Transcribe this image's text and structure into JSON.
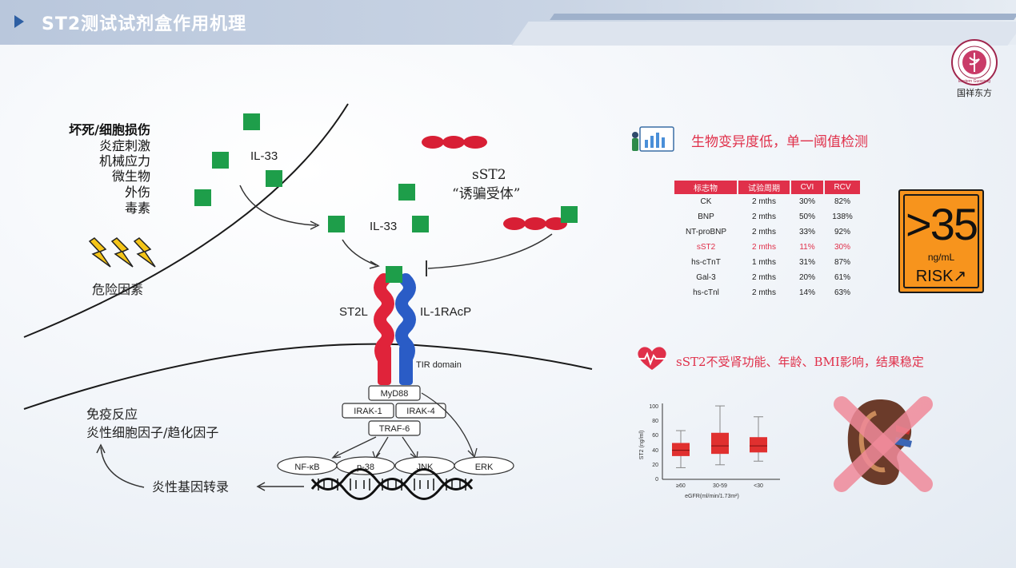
{
  "header": {
    "title": "ST2测试试剂盒作用机理"
  },
  "logo": {
    "ring_text": "Eastern Guoxiang",
    "caption": "国祥东方"
  },
  "left_panel": {
    "factors": [
      "坏死/细胞损伤",
      "炎症刺激",
      "机械应力",
      "微生物",
      "外伤",
      "毒素"
    ],
    "danger_label": "危险因素",
    "il33_outer": "IL-33",
    "il33_inner": "IL-33",
    "sst2_label": "sST2",
    "decoy_label": "“诱骗受体”",
    "st2l_label": "ST2L",
    "il1racp_label": "IL-1RAcP",
    "tir_label": "TIR domain",
    "myd88": "MyD88",
    "irak1": "IRAK-1",
    "irak4": "IRAK-4",
    "traf6": "TRAF-6",
    "nfkb": "NF-κB",
    "p38": "p-38",
    "jnk": "JNK",
    "erk": "ERK",
    "immune_line1": "免疫反应",
    "immune_line2": "炎性细胞因子/趋化因子",
    "transcription": "炎性基因转录"
  },
  "section1": {
    "heading": "生物变异度低，单一阈值检测"
  },
  "table": {
    "headers": [
      "标志物",
      "试验周期",
      "CVI",
      "RCV"
    ],
    "rows": [
      [
        "CK",
        "2 mths",
        "30%",
        "82%"
      ],
      [
        "BNP",
        "2 mths",
        "50%",
        "138%"
      ],
      [
        "NT-proBNP",
        "2 mths",
        "33%",
        "92%"
      ],
      [
        "sST2",
        "2 mths",
        "11%",
        "30%"
      ],
      [
        "hs-cTnT",
        "1 mths",
        "31%",
        "87%"
      ],
      [
        "Gal-3",
        "2 mths",
        "20%",
        "61%"
      ],
      [
        "hs-cTnl",
        "2 mths",
        "14%",
        "63%"
      ]
    ],
    "highlight_row": 3
  },
  "risk_sign": {
    "value": ">35",
    "unit": "ng/mL",
    "label": "RISK↗"
  },
  "section2": {
    "heading": "sST2不受肾功能、年龄、BMI影响，结果稳定"
  },
  "boxplot": {
    "ylabel": "ST2 (ng/ml)",
    "xlabel": "eGFR(ml/min/1.73m²)",
    "yticks": [
      "0",
      "20",
      "40",
      "60",
      "80",
      "100"
    ],
    "ylim": [
      0,
      100
    ],
    "categories": [
      "≥60",
      "30-59",
      "<30"
    ]
  },
  "chart_data": {
    "type": "boxplot",
    "xlabel": "eGFR(ml/min/1.73m²)",
    "ylabel": "ST2 (ng/ml)",
    "ylim": [
      0,
      100
    ],
    "categories": [
      "≥60",
      "30-59",
      "<30"
    ],
    "boxes": [
      {
        "whisker_low": 16,
        "q1": 32,
        "median": 40,
        "q3": 50,
        "whisker_high": 67
      },
      {
        "whisker_low": 20,
        "q1": 35,
        "median": 46,
        "q3": 64,
        "whisker_high": 101
      },
      {
        "whisker_low": 25,
        "q1": 37,
        "median": 46,
        "q3": 58,
        "whisker_high": 86
      }
    ],
    "color": "#e0302f"
  },
  "colors": {
    "accent_red": "#e0304a",
    "receptor_red": "#e0233a",
    "receptor_blue": "#2a5cc6",
    "il33_green": "#1e9e4a",
    "risk_orange": "#f7941d"
  }
}
